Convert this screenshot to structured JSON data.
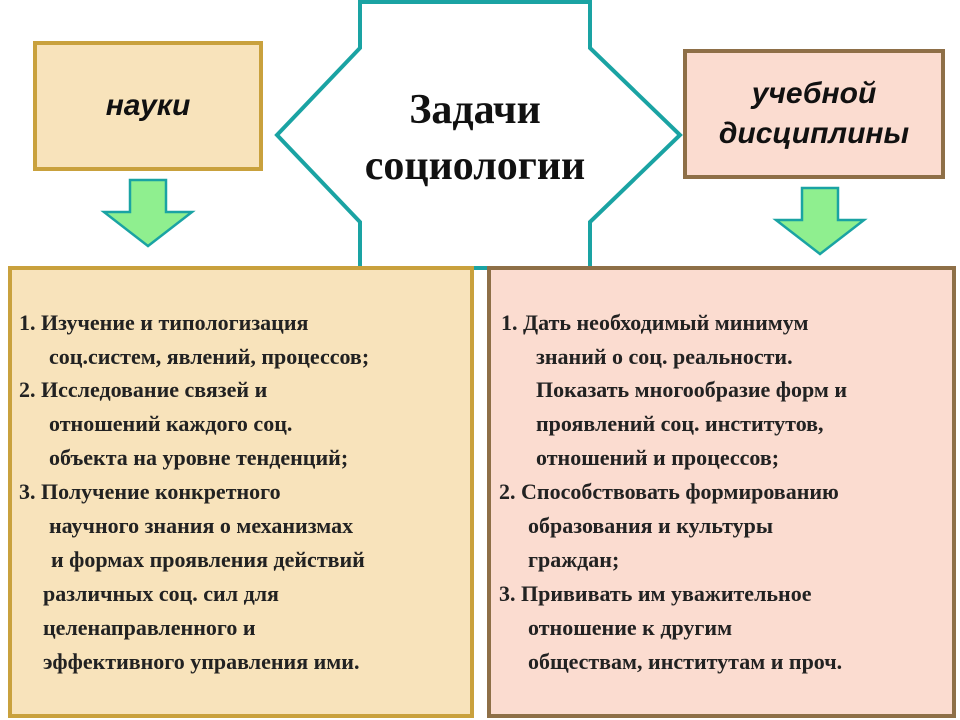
{
  "header": {
    "left_label": "науки",
    "right_label_line1": "учебной",
    "right_label_line2": "дисциплины",
    "center_title_line1": "Задачи",
    "center_title_line2": "социологии"
  },
  "colors": {
    "left_fill": "#f8e3bb",
    "left_border": "#c9a13d",
    "right_fill": "#fbdcd0",
    "right_border": "#8e6f47",
    "arrow_outline": "#1aa3a3",
    "down_arrow_fill": "#8fef8f"
  },
  "left_panel": {
    "lines": [
      "1. Изучение и типологизация",
      "соц.систем,  явлений, процессов;",
      "2. Исследование связей и",
      "отношений каждого соц.",
      "объекта на уровне тенденций;",
      "3. Получение конкретного",
      "научного знания о механизмах",
      "и формах проявления действий",
      "различных соц. сил для",
      "целенаправленного и",
      "эффективного управления ими."
    ]
  },
  "right_panel": {
    "lines": [
      "1.  Дать необходимый минимум",
      "знаний о соц. реальности.",
      "Показать многообразие форм и",
      "проявлений соц. институтов,",
      "отношений и  процессов;",
      "2. Способствовать формированию",
      "образования и культуры",
      "граждан;",
      "3. Прививать им уважительное",
      "отношение к другим",
      "обществам, институтам и проч."
    ]
  }
}
